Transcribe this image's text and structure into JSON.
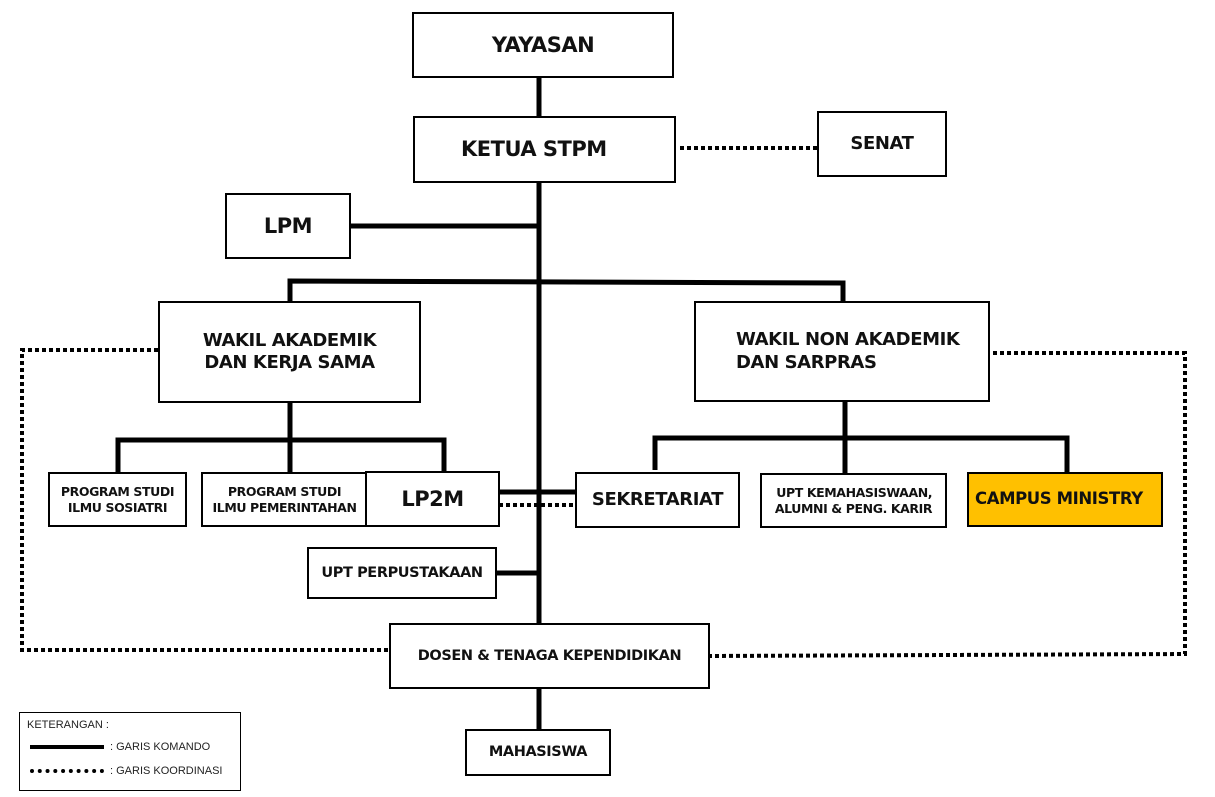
{
  "diagram": {
    "type": "organizational-chart",
    "colors": {
      "line": "#000000",
      "box_border": "#000000",
      "box_fill": "#ffffff",
      "highlight_fill": "#FFC000"
    },
    "nodes": {
      "yayasan": "YAYASAN",
      "ketua": "KETUA STPM",
      "senat": "SENAT",
      "lpm": "LPM",
      "wakil_akademik": "WAKIL AKADEMIK\nDAN KERJA SAMA",
      "wakil_non_akademik": "WAKIL NON AKADEMIK\nDAN SARPRAS",
      "prodi_sosiatri": "PROGRAM STUDI\nILMU SOSIATRI",
      "prodi_pemerintahan": "PROGRAM STUDI\nILMU PEMERINTAHAN",
      "lp2m": "LP2M",
      "sekretariat": "SEKRETARIAT",
      "upt_kemahasiswaan": "UPT KEMAHASISWAAN,\nALUMNI & PENG. KARIR",
      "campus_ministry": "CAMPUS MINISTRY",
      "upt_perpustakaan": "UPT PERPUSTAKAAN",
      "dosen": "DOSEN & TENAGA KEPENDIDIKAN",
      "mahasiswa": "MAHASISWA"
    },
    "edges": {
      "command": [
        [
          "yayasan",
          "ketua"
        ],
        [
          "ketua",
          "lpm"
        ],
        [
          "ketua",
          "wakil_akademik"
        ],
        [
          "ketua",
          "wakil_non_akademik"
        ],
        [
          "wakil_akademik",
          "prodi_sosiatri"
        ],
        [
          "wakil_akademik",
          "prodi_pemerintahan"
        ],
        [
          "wakil_akademik",
          "lp2m"
        ],
        [
          "wakil_non_akademik",
          "sekretariat"
        ],
        [
          "wakil_non_akademik",
          "upt_kemahasiswaan"
        ],
        [
          "wakil_non_akademik",
          "campus_ministry"
        ],
        [
          "lp2m",
          "sekretariat"
        ],
        [
          "ketua",
          "upt_perpustakaan"
        ],
        [
          "ketua",
          "dosen"
        ],
        [
          "dosen",
          "mahasiswa"
        ]
      ],
      "coordination": [
        [
          "ketua",
          "senat"
        ],
        [
          "lp2m",
          "sekretariat"
        ],
        [
          "wakil_akademik",
          "dosen"
        ],
        [
          "wakil_non_akademik",
          "dosen"
        ]
      ]
    },
    "legend": {
      "title": "KETERANGAN :",
      "command_label": ": GARIS KOMANDO",
      "coordination_label": ": GARIS KOORDINASI"
    }
  }
}
